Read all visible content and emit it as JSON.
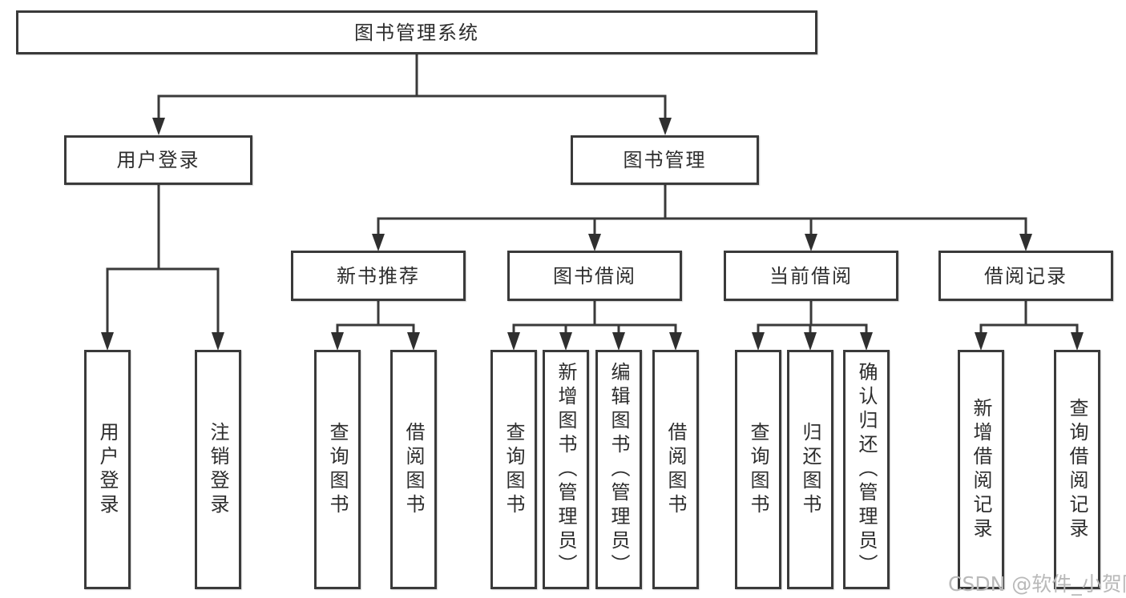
{
  "tree": {
    "root": {
      "label": "图书管理系统"
    },
    "branches": [
      {
        "label": "用户登录",
        "children": [
          {
            "label": "用户登录"
          },
          {
            "label": "注销登录"
          }
        ]
      },
      {
        "label": "图书管理",
        "children": [
          {
            "label": "新书推荐",
            "children": [
              {
                "label": "查询图书"
              },
              {
                "label": "借阅图书"
              }
            ]
          },
          {
            "label": "图书借阅",
            "children": [
              {
                "label": "查询图书"
              },
              {
                "label": "新增图书（管理员）"
              },
              {
                "label": "编辑图书（管理员）"
              },
              {
                "label": "借阅图书"
              }
            ]
          },
          {
            "label": "当前借阅",
            "children": [
              {
                "label": "查询图书"
              },
              {
                "label": "归还图书"
              },
              {
                "label": "确认归还（管理员）"
              }
            ]
          },
          {
            "label": "借阅记录",
            "children": [
              {
                "label": "新增借阅记录"
              },
              {
                "label": "查询借阅记录"
              }
            ]
          }
        ]
      }
    ]
  },
  "watermark": {
    "text": "CSDN @软件_小贺同学"
  },
  "colors": {
    "line": "#3a3a3a",
    "text": "#2d2d2d",
    "box_background": "#ffffff",
    "page_background": "#ffffff",
    "watermark": "#b9b9b9"
  }
}
